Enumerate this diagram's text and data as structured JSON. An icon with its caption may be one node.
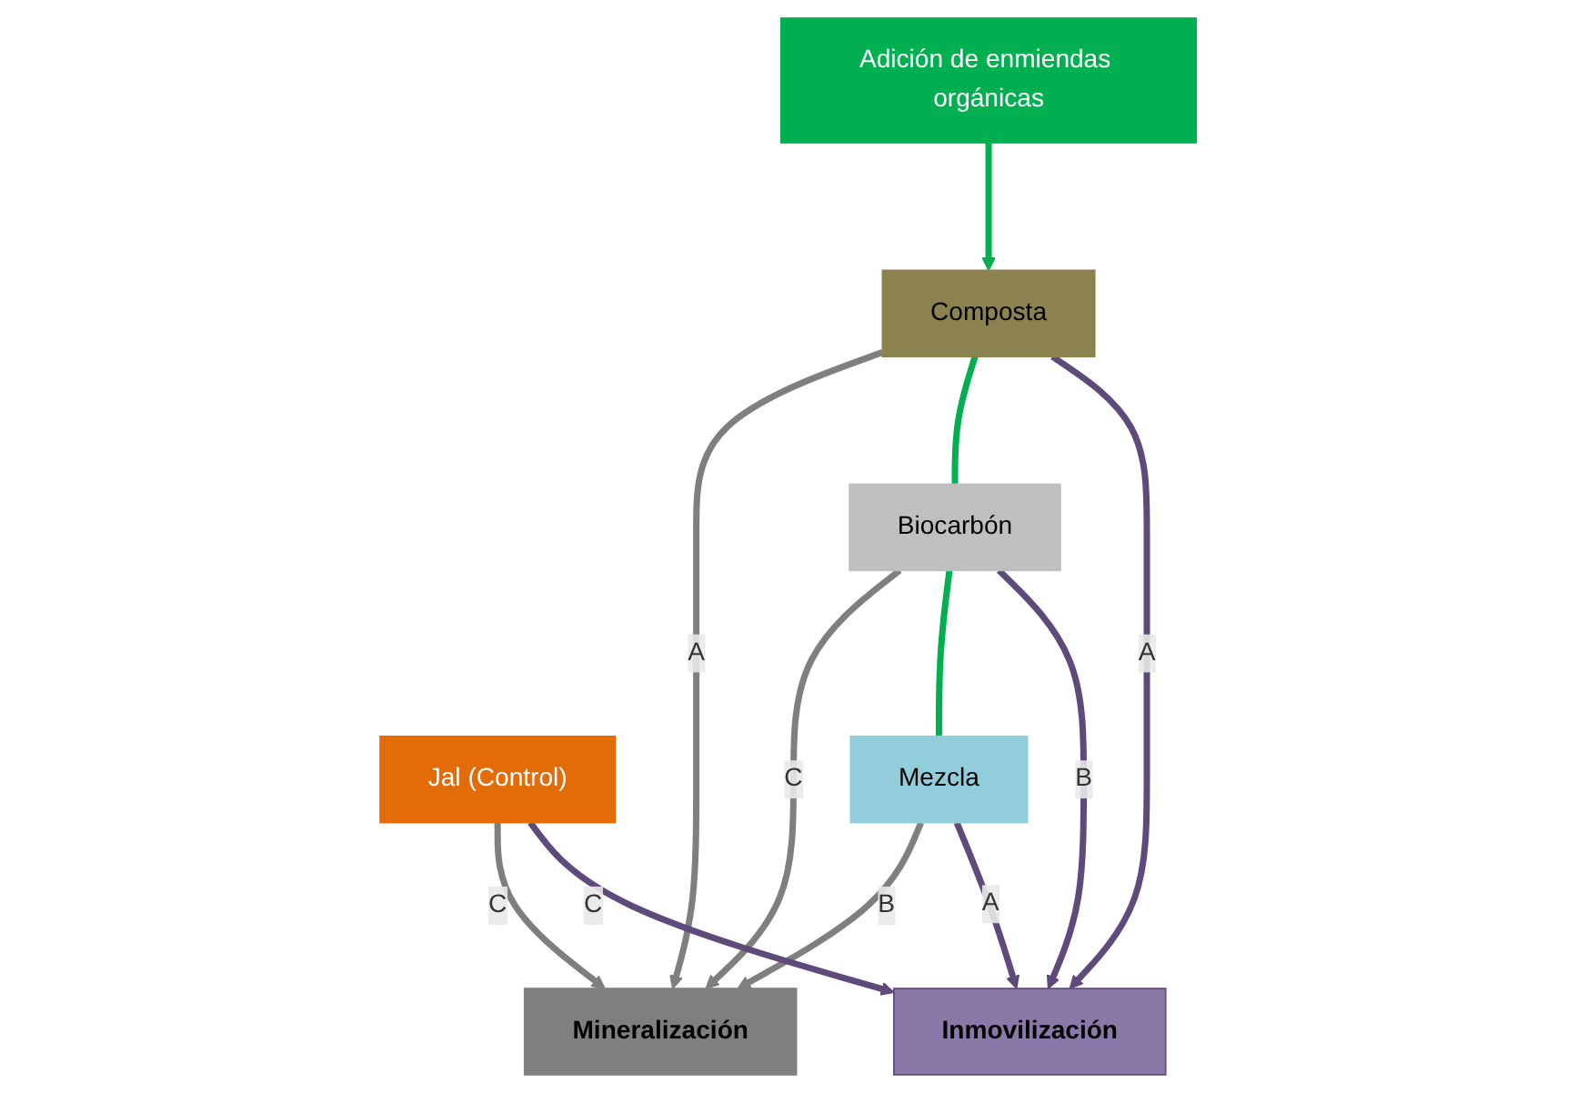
{
  "diagram": {
    "nodes": [
      {
        "text": [
          "Mineralización"
        ]
      },
      {
        "text": [
          "Adición de enmiendas orgánicas"
        ]
      },
      {
        "text": [
          "Jal (Control)"
        ]
      },
      {
        "text": [
          "Composta"
        ]
      },
      {
        "text": [
          "Biocarbón"
        ]
      },
      {
        "text": [
          "Mezcla"
        ]
      },
      {
        "text": [
          "Inmovilización"
        ]
      }
    ],
    "edges": [
      {
        "from": 2,
        "to": 0,
        "arrow": "to",
        "label": "C",
        "color": "#7f7f7f"
      },
      {
        "from": 3,
        "to": 0,
        "arrow": "to",
        "label": "A",
        "color": "#7f7f7f"
      },
      {
        "from": 4,
        "to": 0,
        "arrow": "to",
        "label": "C",
        "color": "#7f7f7f"
      },
      {
        "from": 5,
        "to": 0,
        "arrow": "to",
        "label": "B",
        "color": "#7f7f7f"
      },
      {
        "from": 1,
        "to": 3,
        "arrow": "to",
        "color": "#00b050"
      },
      {
        "from": 3,
        "to": 4,
        "arrow": "none",
        "color": "#00b050"
      },
      {
        "from": 4,
        "to": 5,
        "arrow": "none",
        "color": "#00b050"
      },
      {
        "from": 2,
        "to": 6,
        "arrow": "to",
        "label": "C",
        "color": "#5f4b7b"
      },
      {
        "from": 3,
        "to": 6,
        "arrow": "to",
        "label": "A",
        "color": "#5f4b7b"
      },
      {
        "from": 4,
        "to": 6,
        "arrow": "to",
        "label": "B",
        "color": "#5f4b7b"
      },
      {
        "from": 5,
        "to": 6,
        "arrow": "to",
        "label": "A",
        "color": "#5f4b7b"
      }
    ]
  }
}
